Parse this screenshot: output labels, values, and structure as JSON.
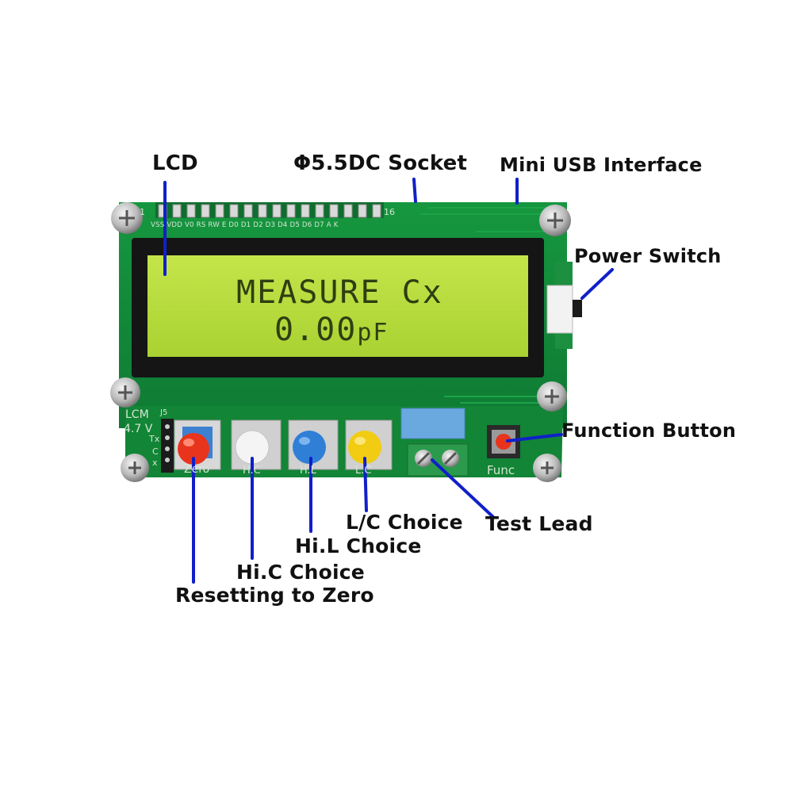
{
  "callouts": {
    "lcd": "LCD",
    "dc_socket": "Φ5.5DC Socket",
    "mini_usb": "Mini USB Interface",
    "power_switch": "Power Switch",
    "function_button": "Function Button",
    "test_lead": "Test Lead",
    "lc_choice": "L/C Choice",
    "hil_choice": "Hi.L Choice",
    "hic_choice": "Hi.C Choice",
    "reset_zero": "Resetting to Zero"
  },
  "lcd_display": {
    "line1": "MEASURE Cx",
    "line2_value": "0.00",
    "line2_unit": "pF"
  },
  "board_silkscreen": {
    "pin_first": "1",
    "pin_last": "16",
    "pin_labels": "VSS VDD V0 RS RW E D0 D1 D2 D3 D4 D5 D6 D7 A K",
    "lcm_label": "LCM",
    "voltage_label": "4.7 V",
    "header_label": "J5",
    "tx_label": "Tx",
    "c_label": "C",
    "x_label": "x",
    "btn_zero": "Zero",
    "btn_hic": "H.C",
    "btn_hil": "H.L",
    "btn_lc": "L.C",
    "btn_func": "Func"
  },
  "colors": {
    "pcb_green": "#138a3a",
    "lcd_backlight": "#b8dc3c",
    "leader_line": "#1020c8",
    "button_zero": "#e8341c",
    "button_hic": "#f4f4f4",
    "button_hil": "#2f7fd6",
    "button_lc": "#f2cc12"
  }
}
